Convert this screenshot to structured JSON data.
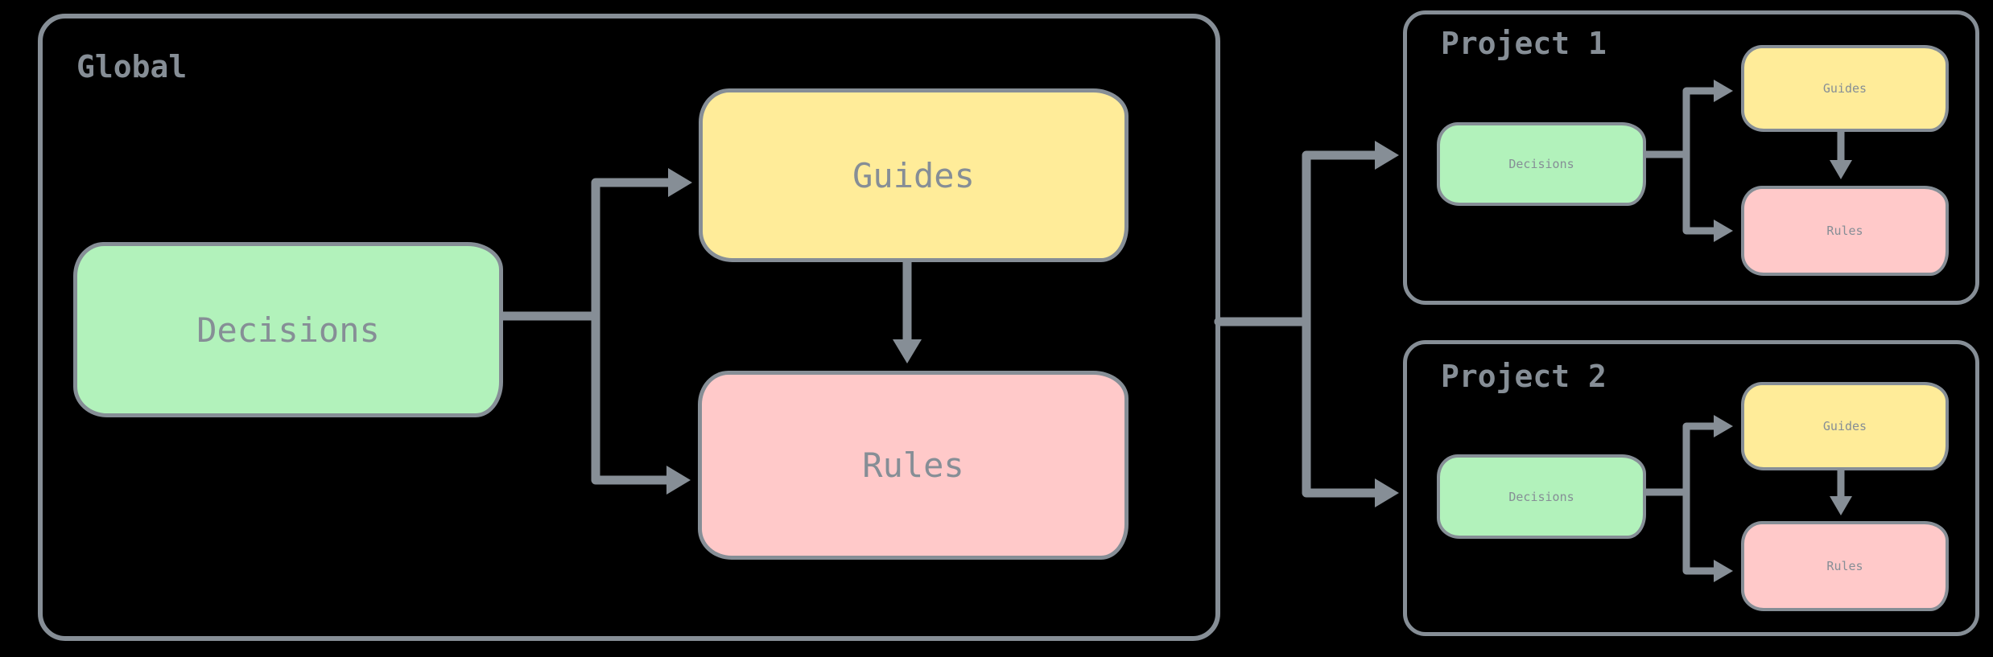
{
  "diagram": {
    "background": "#000000",
    "stroke_color": "#868e96",
    "text_color": "#868e96",
    "node_colors": {
      "decisions": "#b2f2bb",
      "guides": "#ffec99",
      "rules": "#ffc9c9"
    },
    "frames": {
      "global": {
        "title": "Global",
        "decisions": "Decisions",
        "guides": "Guides",
        "rules": "Rules"
      },
      "project1": {
        "title": "Project 1",
        "decisions": "Decisions",
        "guides": "Guides",
        "rules": "Rules"
      },
      "project2": {
        "title": "Project 2",
        "decisions": "Decisions",
        "guides": "Guides",
        "rules": "Rules"
      }
    },
    "edges": [
      {
        "from": "Global/Decisions",
        "to": "Global/Guides"
      },
      {
        "from": "Global/Decisions",
        "to": "Global/Rules"
      },
      {
        "from": "Global/Guides",
        "to": "Global/Rules"
      },
      {
        "from": "Global",
        "to": "Project 1"
      },
      {
        "from": "Global",
        "to": "Project 2"
      },
      {
        "from": "Project 1/Decisions",
        "to": "Project 1/Guides"
      },
      {
        "from": "Project 1/Decisions",
        "to": "Project 1/Rules"
      },
      {
        "from": "Project 1/Guides",
        "to": "Project 1/Rules"
      },
      {
        "from": "Project 2/Decisions",
        "to": "Project 2/Guides"
      },
      {
        "from": "Project 2/Decisions",
        "to": "Project 2/Rules"
      },
      {
        "from": "Project 2/Guides",
        "to": "Project 2/Rules"
      }
    ]
  }
}
